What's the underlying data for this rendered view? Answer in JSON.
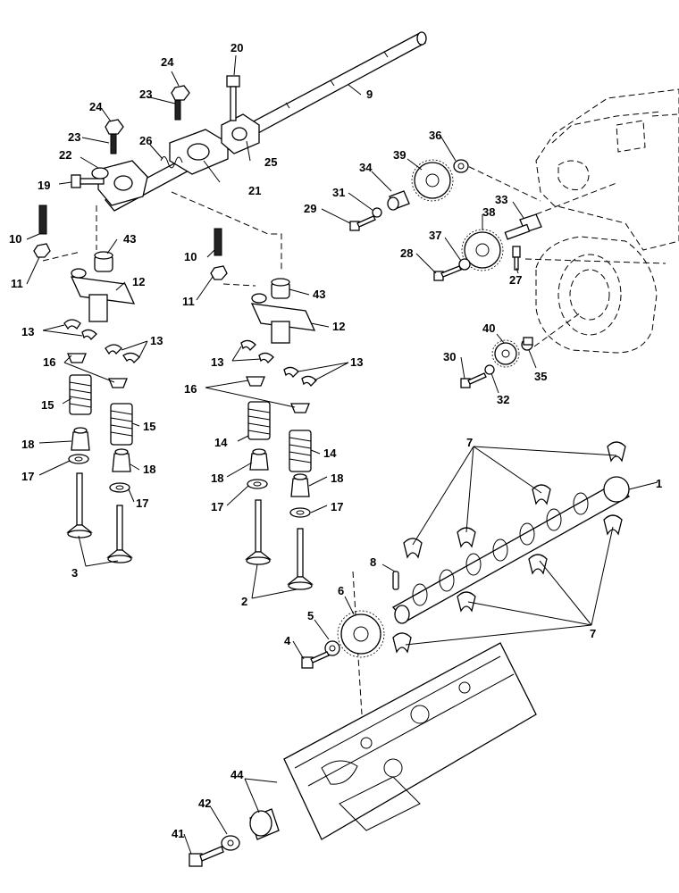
{
  "labels": {
    "l1": "1",
    "l2": "2",
    "l3": "3",
    "l4": "4",
    "l5": "5",
    "l6": "6",
    "l7a": "7",
    "l7b": "7",
    "l8": "8",
    "l9": "9",
    "l10a": "10",
    "l10b": "10",
    "l11a": "11",
    "l11b": "11",
    "l12a": "12",
    "l12b": "12",
    "l13a": "13",
    "l13b": "13",
    "l13c": "13",
    "l13d": "13",
    "l14a": "14",
    "l14b": "14",
    "l15a": "15",
    "l15b": "15",
    "l16a": "16",
    "l16b": "16",
    "l17a": "17",
    "l17b": "17",
    "l17c": "17",
    "l17d": "17",
    "l18a": "18",
    "l18b": "18",
    "l18c": "18",
    "l18d": "18",
    "l19": "19",
    "l20": "20",
    "l21": "21",
    "l22": "22",
    "l23a": "23",
    "l23b": "23",
    "l24a": "24",
    "l24b": "24",
    "l25": "25",
    "l26": "26",
    "l27": "27",
    "l28": "28",
    "l29": "29",
    "l30": "30",
    "l31": "31",
    "l32": "32",
    "l33": "33",
    "l34": "34",
    "l35": "35",
    "l36": "36",
    "l37": "37",
    "l38": "38",
    "l39": "39",
    "l40": "40",
    "l41": "41",
    "l42": "42",
    "l43a": "43",
    "l43b": "43",
    "l44": "44"
  }
}
